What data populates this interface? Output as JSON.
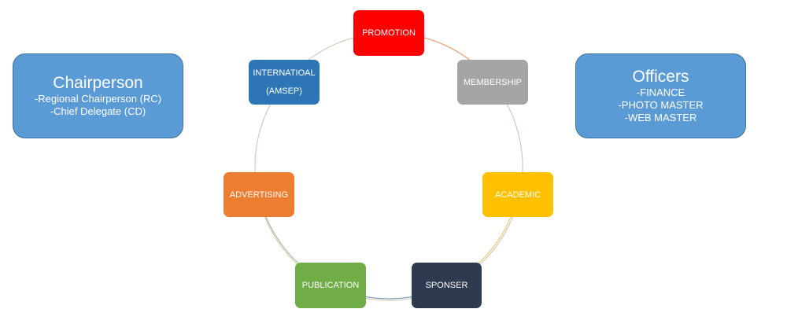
{
  "chairperson": {
    "title": "Chairperson",
    "items": [
      "-Regional Chairperson (RC)",
      "-Chief Delegate (CD)"
    ]
  },
  "officers": {
    "title": "Officers",
    "items": [
      "-FINANCE",
      "-PHOTO MASTER",
      "-WEB MASTER"
    ]
  },
  "cycle": {
    "nodes": [
      {
        "lines": [
          "PROMOTION"
        ],
        "color": "#ff0000"
      },
      {
        "lines": [
          "MEMBERSHIP"
        ],
        "color": "#a5a5a5"
      },
      {
        "lines": [
          "ACADEMIC"
        ],
        "color": "#ffc000"
      },
      {
        "lines": [
          "SPONSER"
        ],
        "color": "#2e3a50"
      },
      {
        "lines": [
          "PUBLICATION"
        ],
        "color": "#70ad47"
      },
      {
        "lines": [
          "ADVERTISING"
        ],
        "color": "#ed7d31"
      },
      {
        "lines": [
          "INTERNATIOAL",
          "(AMSEP)"
        ],
        "color": "#2e75b6"
      }
    ]
  }
}
